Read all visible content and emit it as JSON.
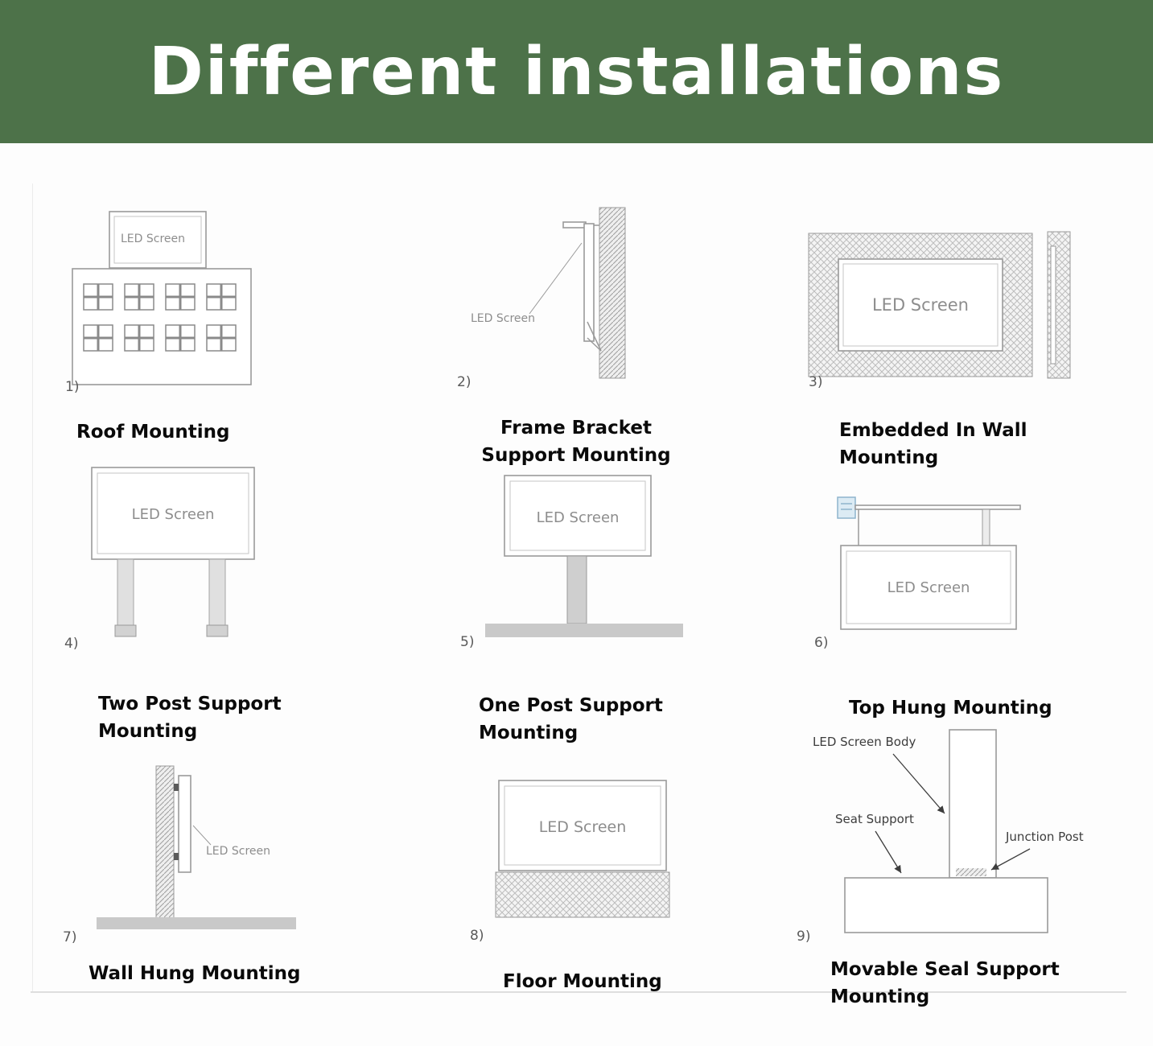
{
  "header": {
    "title": "Different installations",
    "banner_color": "#4d7249"
  },
  "cells": [
    {
      "num": "1)",
      "screen_label": "LED Screen",
      "caption": "Roof Mounting"
    },
    {
      "num": "2)",
      "screen_label": "LED Screen",
      "caption": "Frame Bracket Support Mounting"
    },
    {
      "num": "3)",
      "screen_label": "LED Screen",
      "caption": "Embedded In Wall Mounting"
    },
    {
      "num": "4)",
      "screen_label": "LED Screen",
      "caption": "Two Post Support Mounting"
    },
    {
      "num": "5)",
      "screen_label": "LED Screen",
      "caption": "One Post Support Mounting"
    },
    {
      "num": "6)",
      "screen_label": "LED Screen",
      "caption": "Top Hung Mounting"
    },
    {
      "num": "7)",
      "screen_label": "LED Screen",
      "caption": "Wall Hung Mounting"
    },
    {
      "num": "8)",
      "screen_label": "LED Screen",
      "caption": "Floor Mounting"
    },
    {
      "num": "9)",
      "caption": "Movable Seal Support Mounting",
      "annotations": {
        "body": "LED Screen Body",
        "seat": "Seat Support",
        "junction": "Junction Post"
      }
    }
  ]
}
